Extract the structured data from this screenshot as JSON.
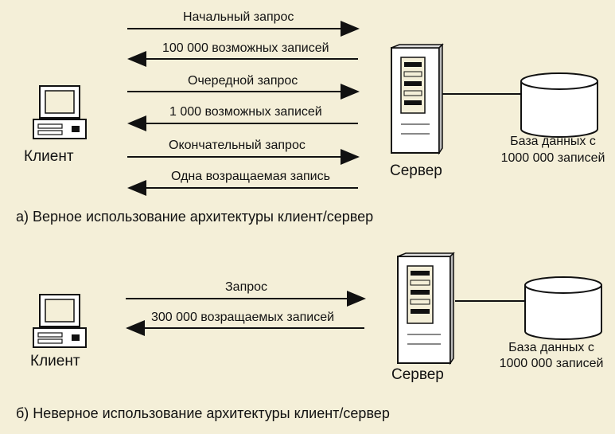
{
  "top": {
    "arrow_labels": [
      "Начальный запрос",
      "100 000 возможных записей",
      "Очередной запрос",
      "1 000 возможных записей",
      "Окончательный запрос",
      "Одна возращаемая запись"
    ],
    "client_label": "Клиент",
    "server_label": "Сервер",
    "db_label_line1": "База данных с",
    "db_label_line2": "1000 000 записей",
    "caption": "а) Верное использование архитектуры клиент/сервер"
  },
  "bottom": {
    "arrow_labels": [
      "Запрос",
      "300 000 возращаемых записей"
    ],
    "client_label": "Клиент",
    "server_label": "Сервер",
    "db_label_line1": "База данных с",
    "db_label_line2": "1000 000 записей",
    "caption": "б) Неверное использование архитектуры клиент/сервер"
  },
  "colors": {
    "paper": "#f4efd8",
    "ink": "#111111"
  }
}
